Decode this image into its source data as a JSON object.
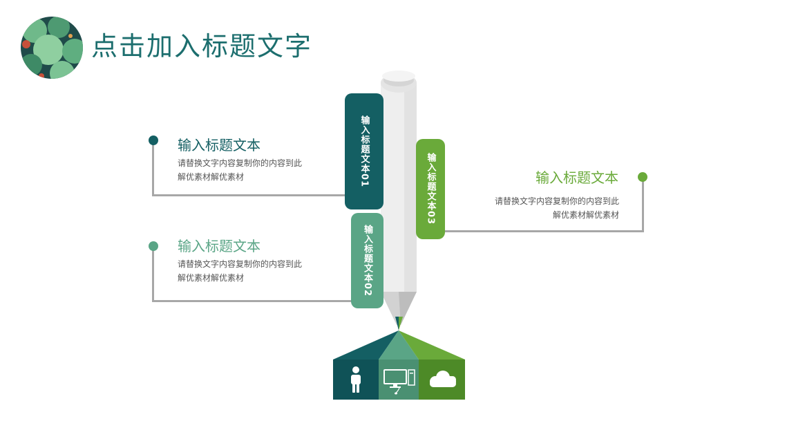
{
  "header": {
    "title": "点击加入标题文字"
  },
  "colors": {
    "teal_dark": "#145f63",
    "teal_mid": "#5aa586",
    "green": "#6aaa3a",
    "green_dark": "#4d8a27",
    "title": "#1c6e6e",
    "line_gray": "#a7a7a7"
  },
  "pencil_tabs": [
    {
      "label": "输入标题文本01",
      "color": "#145f63"
    },
    {
      "label": "输入标题文本02",
      "color": "#5aa586"
    },
    {
      "label": "输入标题文本03",
      "color": "#6aaa3a"
    }
  ],
  "callouts": [
    {
      "title": "输入标题文本",
      "line1": "请替换文字内容复制你的内容到此",
      "line2": "解优素材解优素材",
      "color": "#145f63"
    },
    {
      "title": "输入标题文本",
      "line1": "请替换文字内容复制你的内容到此",
      "line2": "解优素材解优素材",
      "color": "#5aa586"
    },
    {
      "title": "输入标题文本",
      "line1": "请替换文字内容复制你的内容到此",
      "line2": "解优素材解优素材",
      "color": "#6aaa3a"
    }
  ],
  "icons": [
    "person-icon",
    "computer-icon",
    "cloud-icon"
  ]
}
